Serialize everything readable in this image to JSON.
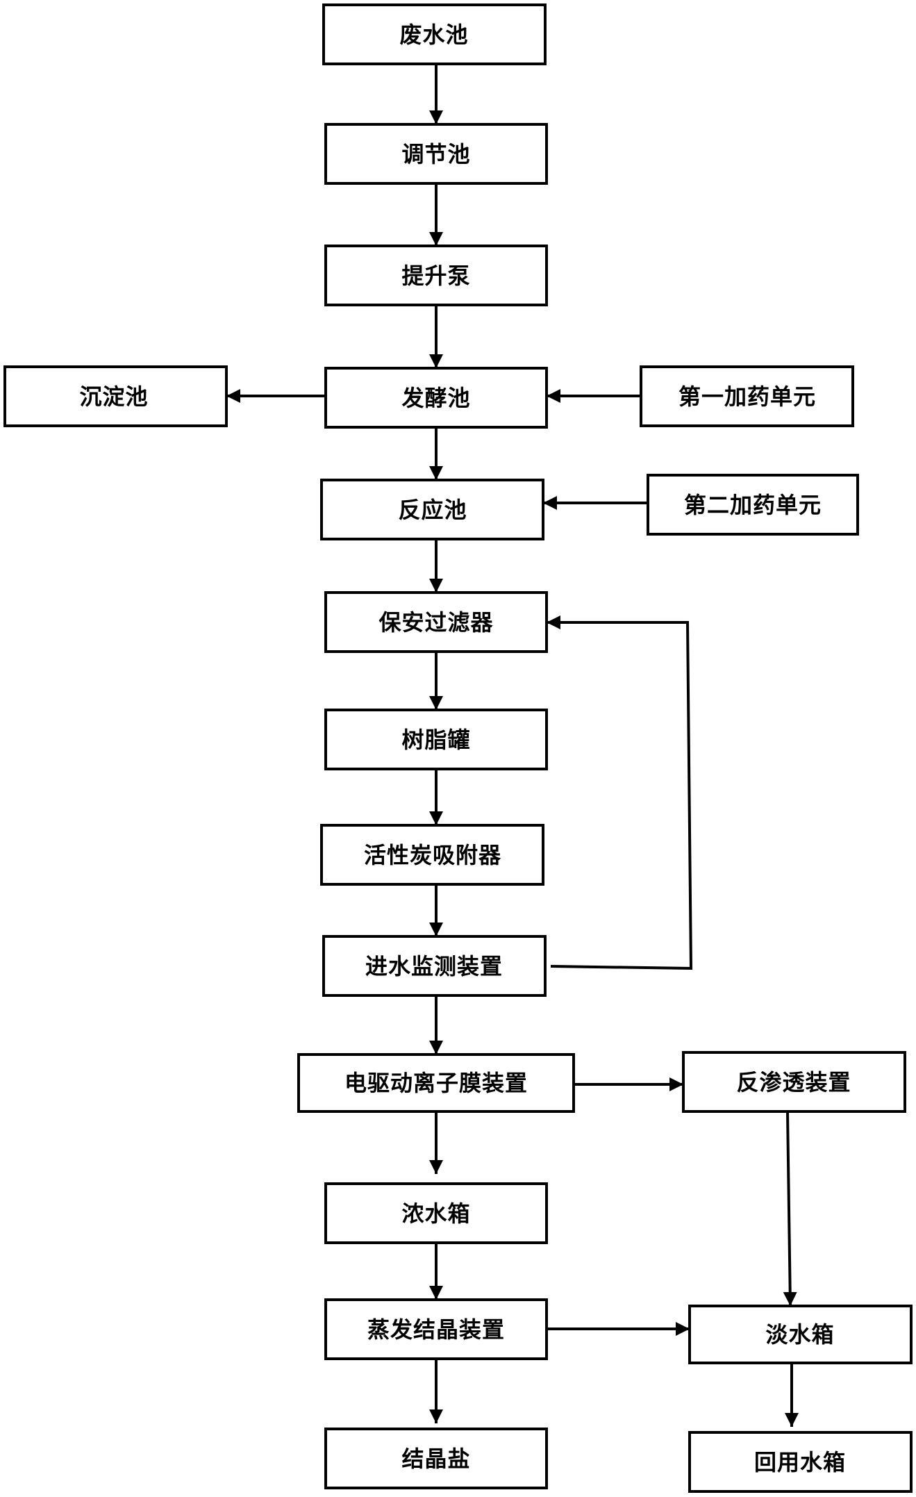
{
  "nodes": {
    "wastewater_pool": "废水池",
    "regulating_pool": "调节池",
    "lift_pump": "提升泵",
    "fermentation_pool": "发酵池",
    "sedimentation_pool": "沉淀池",
    "first_dosing_unit": "第一加药单元",
    "reaction_pool": "反应池",
    "second_dosing_unit": "第二加药单元",
    "security_filter": "保安过滤器",
    "resin_tank": "树脂罐",
    "activated_carbon_adsorber": "活性炭吸附器",
    "inflow_monitoring_device": "进水监测装置",
    "electrodriven_ion_membrane_device": "电驱动离子膜装置",
    "reverse_osmosis_device": "反渗透装置",
    "concentrate_tank": "浓水箱",
    "evaporation_crystallization_device": "蒸发结晶装置",
    "fresh_water_tank": "淡水箱",
    "crystal_salt": "结晶盐",
    "reuse_water_tank": "回用水箱"
  },
  "colors": {
    "line": "#000000",
    "box_fill": "#ffffff",
    "text": "#000000"
  }
}
